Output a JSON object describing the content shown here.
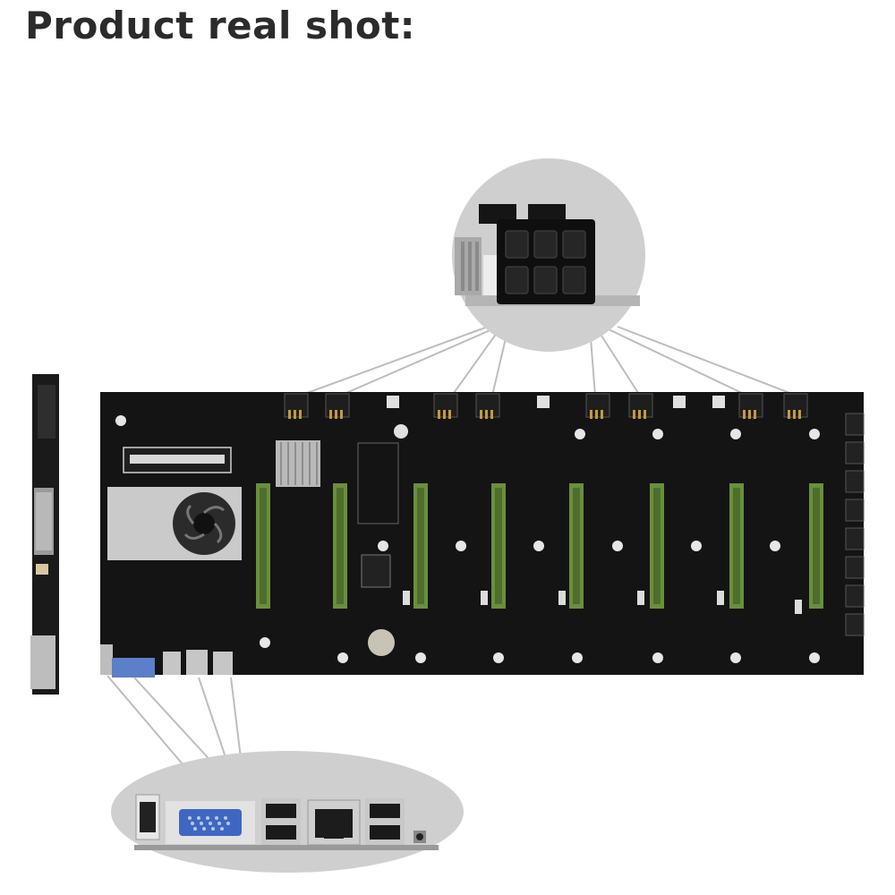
{
  "title": "Product real shot:",
  "colors": {
    "board": "#141414",
    "slot": "#6a8f3c",
    "heatsink": "#c9c9c9",
    "callout_bg": "#cfcfcf",
    "leader_line": "#bbbbbb"
  },
  "board": {
    "pcie_slot_count": 8,
    "six_pin_connector_count": 8
  }
}
